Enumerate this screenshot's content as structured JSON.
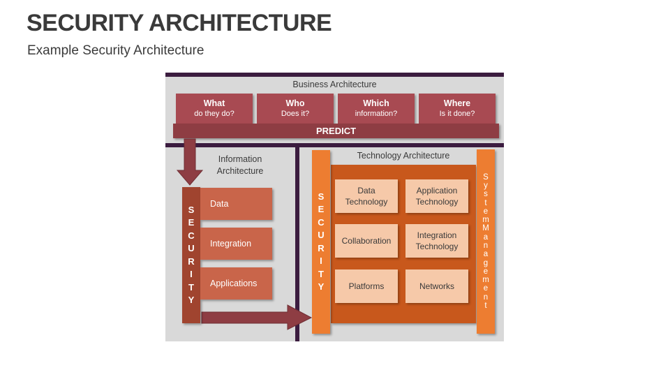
{
  "title": "SECURITY ARCHITECTURE",
  "subtitle": "Example Security Architecture",
  "business": {
    "label": "Business Architecture",
    "questions": [
      {
        "q": "What",
        "sub": "do they do?"
      },
      {
        "q": "Who",
        "sub": "Does it?"
      },
      {
        "q": "Which",
        "sub": "information?"
      },
      {
        "q": "Where",
        "sub": "Is it done?"
      }
    ],
    "predict": "PREDICT"
  },
  "information": {
    "label_line1": "Information",
    "label_line2": "Architecture",
    "security": "SECURITY",
    "items": [
      "Data",
      "Integration",
      "Applications"
    ]
  },
  "technology": {
    "label": "Technology Architecture",
    "security": "SECURITY",
    "boxes": [
      {
        "line1": "Data",
        "line2": "Technology"
      },
      {
        "line1": "Application",
        "line2": "Technology"
      },
      {
        "line1": "Collaboration",
        "line2": ""
      },
      {
        "line1": "Integration",
        "line2": "Technology"
      },
      {
        "line1": "Platforms",
        "line2": ""
      },
      {
        "line1": "Networks",
        "line2": ""
      }
    ],
    "system_management": "SystemManagement"
  },
  "colors": {
    "dark_bar": "#3b1c3f",
    "panel": "#d9d9d9",
    "question_box": "#a84a52",
    "predict_bar": "#8e3d43",
    "info_security": "#a0442f",
    "info_item": "#c9654a",
    "tech_security": "#ed7d31",
    "tech_area": "#c8581c",
    "tech_box": "#f6c9a9",
    "arrow": "#8e3d43"
  }
}
